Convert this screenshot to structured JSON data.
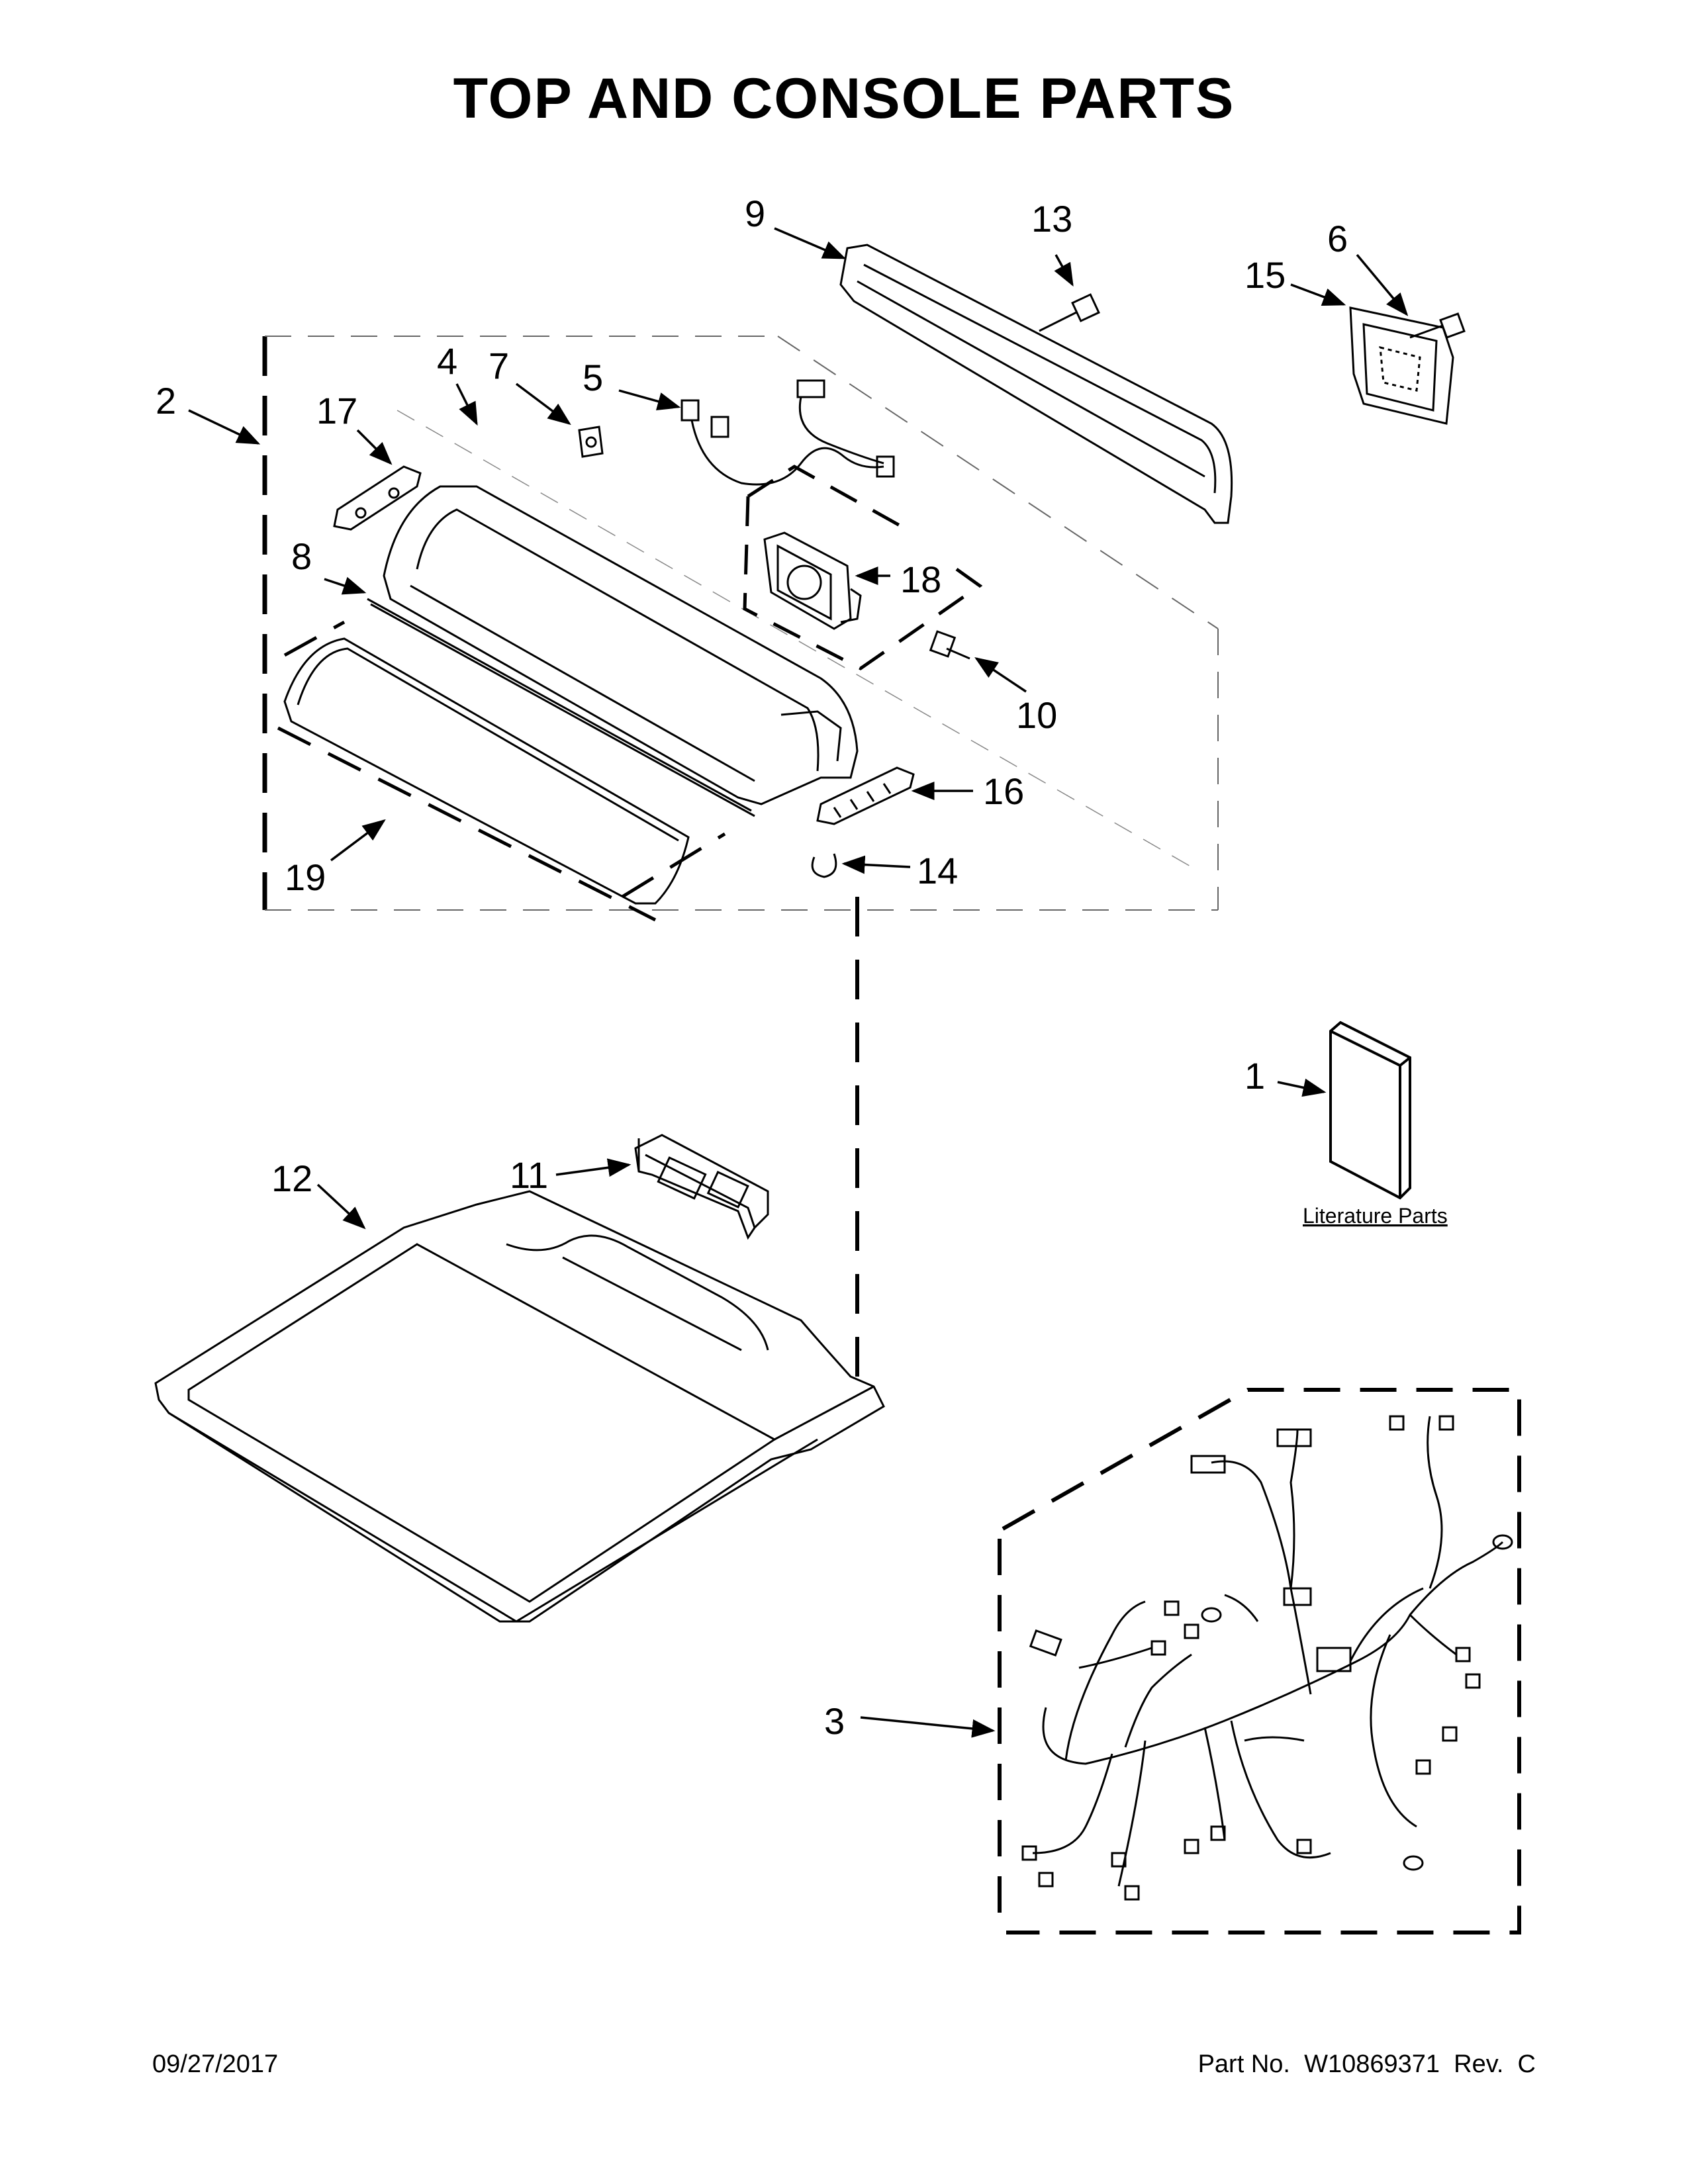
{
  "page": {
    "title": "TOP AND CONSOLE PARTS",
    "date": "09/27/2017",
    "part_number": "Part No.  W10869371  Rev.  C"
  },
  "callouts": {
    "c1": "1",
    "c2": "2",
    "c3": "3",
    "c4": "4",
    "c5": "5",
    "c6": "6",
    "c7": "7",
    "c8": "8",
    "c9": "9",
    "c10": "10",
    "c11": "11",
    "c12": "12",
    "c13": "13",
    "c14": "14",
    "c15": "15",
    "c16": "16",
    "c17": "17",
    "c18": "18",
    "c19": "19"
  },
  "literature_label": "Literature Parts"
}
